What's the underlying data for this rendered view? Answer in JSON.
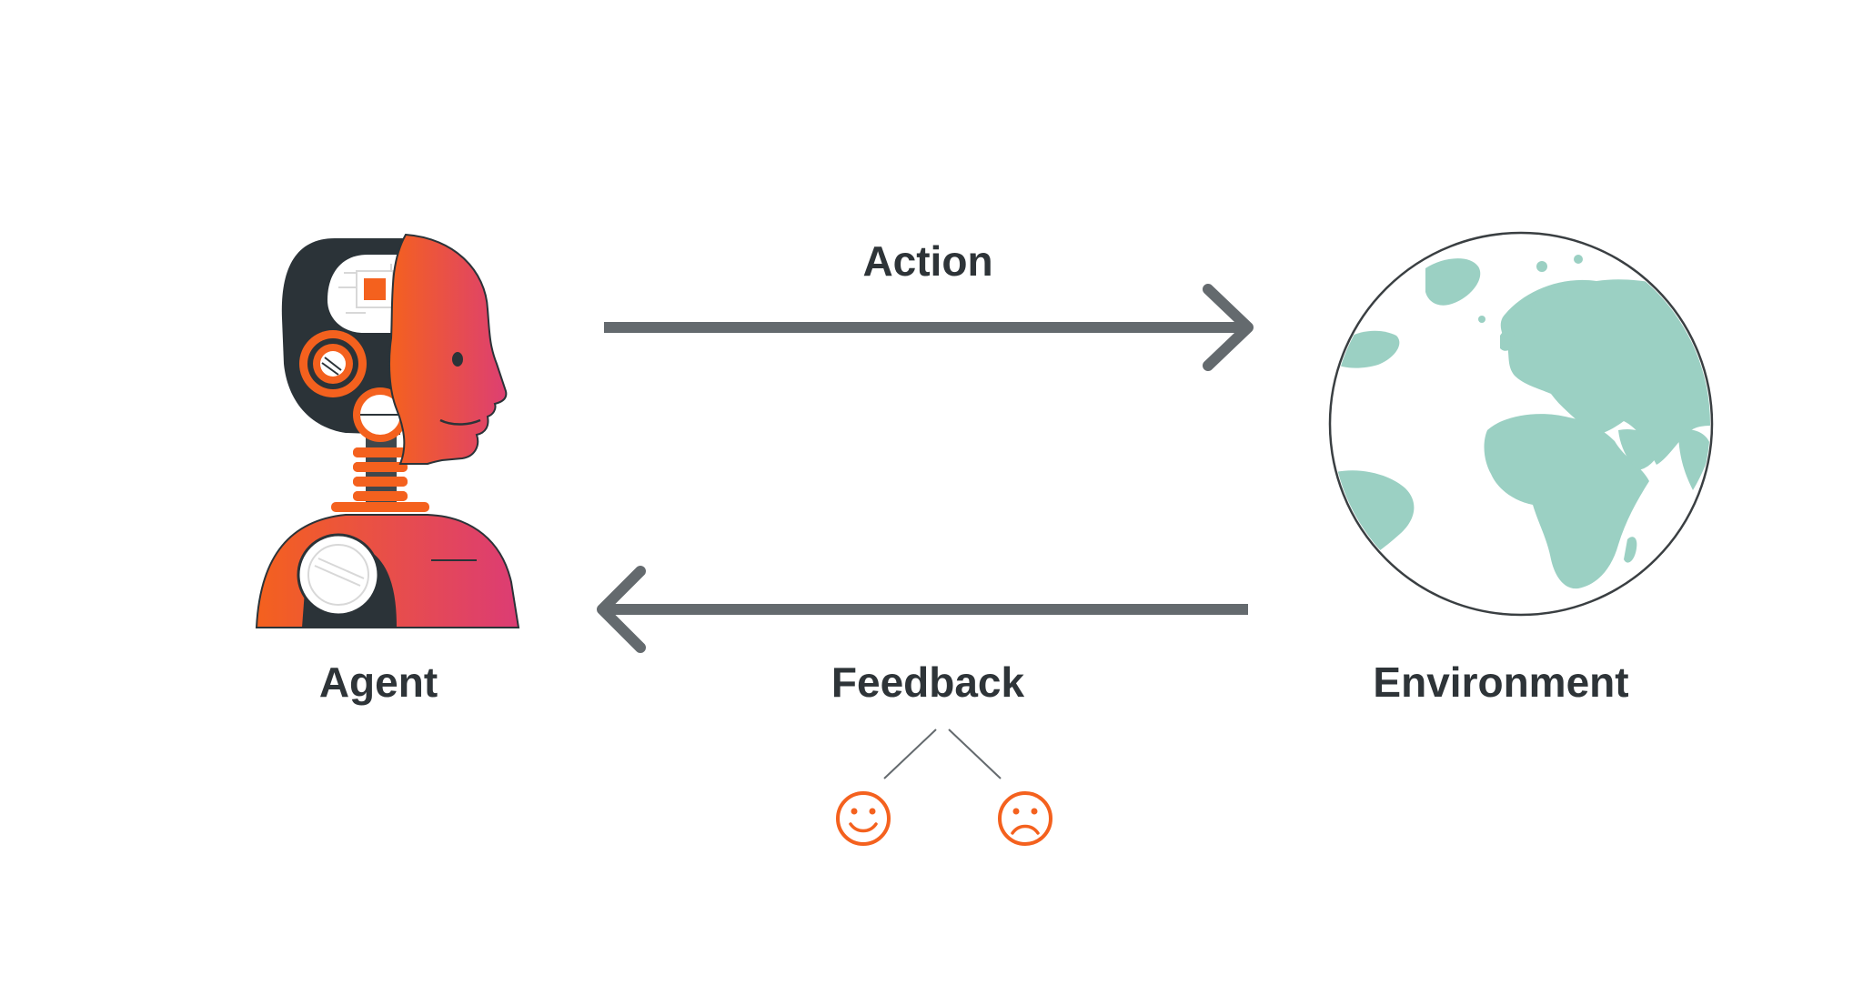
{
  "labels": {
    "action": "Action",
    "agent": "Agent",
    "feedback": "Feedback",
    "environment": "Environment"
  },
  "icons": {
    "agent": "robot-head-icon",
    "environment": "globe-icon",
    "positive_feedback": "smiley-face-icon",
    "negative_feedback": "frowning-face-icon"
  },
  "colors": {
    "arrow": "#646a6e",
    "text": "#2e3438",
    "accent_orange": "#f4611e",
    "accent_pink": "#dc3c74",
    "robot_dark": "#2b3338",
    "globe_land": "#9bd0c3",
    "outline": "#3a3f42"
  }
}
